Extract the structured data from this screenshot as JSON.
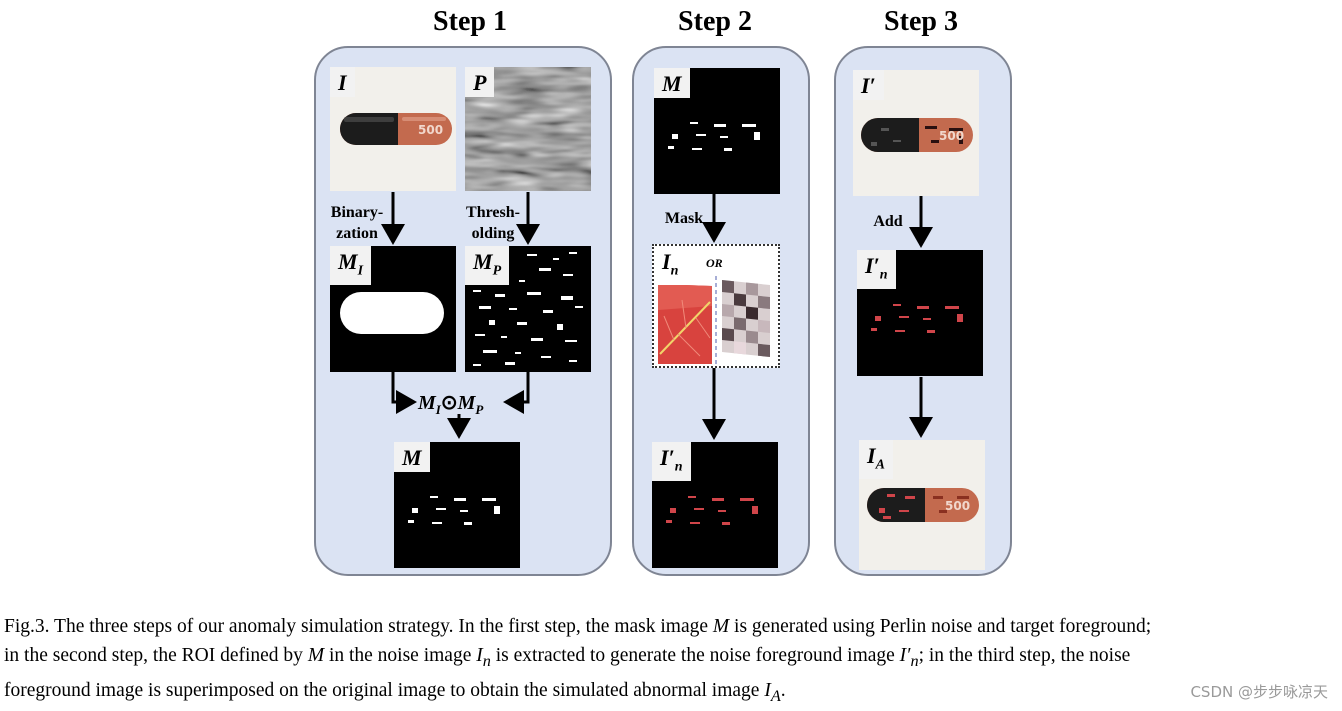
{
  "steps": {
    "step1": "Step 1",
    "step2": "Step 2",
    "step3": "Step 3"
  },
  "step1": {
    "img_I": "I",
    "img_P": "P",
    "capsule_text": "500",
    "binarization": [
      "Binary-",
      "zation"
    ],
    "thresholding": [
      "Thresh-",
      "olding"
    ],
    "img_MI": "M",
    "img_MI_sub": "I",
    "img_MP": "M",
    "img_MP_sub": "P",
    "formula": {
      "a": "M",
      "a_sub": "I",
      "op": "⊙",
      "b": "M",
      "b_sub": "P"
    },
    "img_M": "M"
  },
  "step2": {
    "img_M": "M",
    "mask": "Mask",
    "img_In": "I",
    "img_In_sub": "n",
    "or": "OR",
    "img_Inp": "I′",
    "img_Inp_sub": "n"
  },
  "step3": {
    "img_Ip": "I′",
    "add": "Add",
    "img_Inp": "I′",
    "img_Inp_sub": "n",
    "img_IA": "I",
    "img_IA_sub": "A",
    "capsule_text": "500"
  },
  "caption": {
    "l1a": "Fig.3. The three steps of our anomaly simulation strategy. In the first step, the mask image ",
    "l1m": "M",
    "l1b": " is generated using Perlin noise and target foreground;",
    "l2a": "in the second step, the ROI defined by ",
    "l2m": "M",
    "l2b": " in the noise image ",
    "l2n": "I",
    "l2n_sub": "n",
    "l2c": " is extracted to generate the noise foreground image ",
    "l2p": "I′",
    "l2p_sub": "n",
    "l2d": "; in the third step, the noise",
    "l3a": "foreground image is superimposed on the original image to obtain the simulated abnormal image ",
    "l3m": "I",
    "l3m_sub": "A",
    "l3b": "."
  },
  "watermark": "CSDN @步步咏凉天"
}
